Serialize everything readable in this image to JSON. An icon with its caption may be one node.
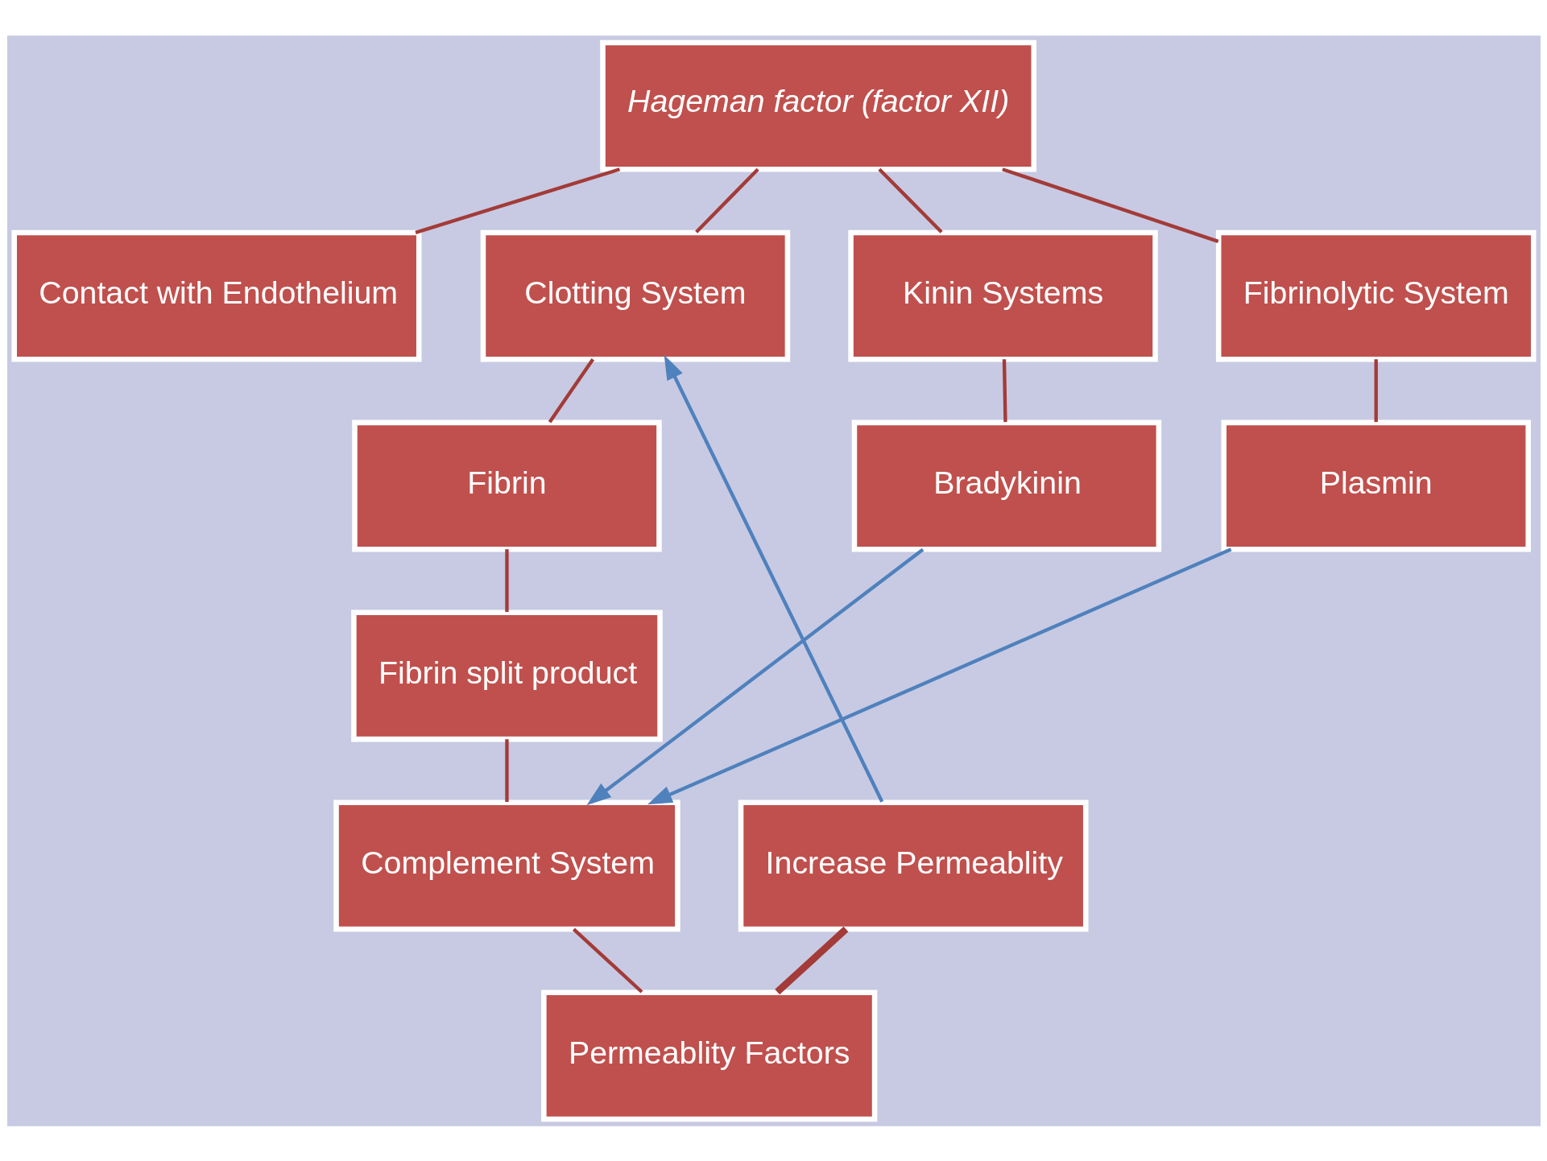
{
  "diagram": {
    "nodes": [
      {
        "text": [
          "Hageman factor (factor XII)"
        ]
      },
      {
        "text": [
          "Contact with Endothelium"
        ]
      },
      {
        "text": [
          "Clotting System"
        ]
      },
      {
        "text": [
          "Kinin Systems"
        ]
      },
      {
        "text": [
          "Fibrinolytic System"
        ]
      },
      {
        "text": [
          "Fibrin"
        ]
      },
      {
        "text": [
          "Bradykinin"
        ]
      },
      {
        "text": [
          "Plasmin"
        ]
      },
      {
        "text": [
          "Fibrin split product"
        ]
      },
      {
        "text": [
          "Complement System"
        ]
      },
      {
        "text": [
          "Increase Permeablity"
        ]
      },
      {
        "text": [
          "Permeablity Factors"
        ]
      }
    ],
    "edges": [
      {
        "from": 0,
        "to": 1,
        "arrow": "none"
      },
      {
        "from": 0,
        "to": 2,
        "arrow": "none"
      },
      {
        "from": 0,
        "to": 3,
        "arrow": "none"
      },
      {
        "from": 0,
        "to": 4,
        "arrow": "none"
      },
      {
        "from": 2,
        "to": 5,
        "arrow": "none"
      },
      {
        "from": 3,
        "to": 6,
        "arrow": "none"
      },
      {
        "from": 4,
        "to": 7,
        "arrow": "none"
      },
      {
        "from": 5,
        "to": 8,
        "arrow": "none"
      },
      {
        "from": 8,
        "to": 9,
        "arrow": "none"
      },
      {
        "from": 9,
        "to": 11,
        "arrow": "none"
      },
      {
        "from": 10,
        "to": 11,
        "arrow": "none",
        "style": "thick"
      },
      {
        "from": 10,
        "to": 2,
        "arrow": "to",
        "color": "#4f81bd"
      },
      {
        "from": 6,
        "to": 9,
        "arrow": "to",
        "color": "#4f81bd"
      },
      {
        "from": 7,
        "to": 9,
        "arrow": "to",
        "color": "#4f81bd"
      }
    ]
  }
}
